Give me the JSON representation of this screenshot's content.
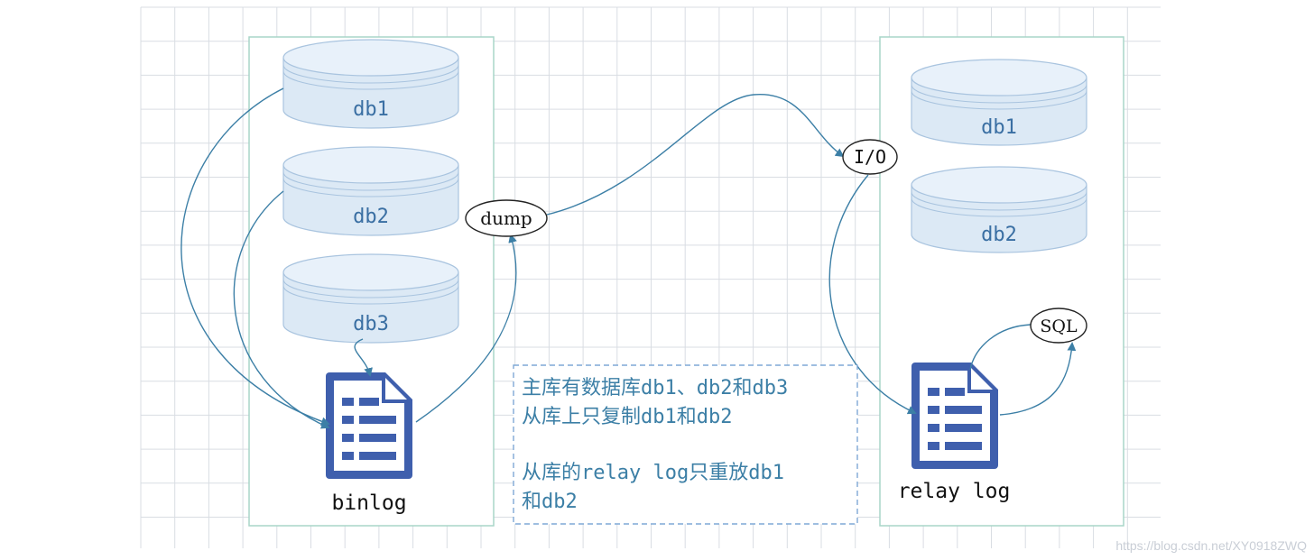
{
  "master": {
    "databases": [
      "db1",
      "db2",
      "db3"
    ],
    "binlog_label": "binlog"
  },
  "slave": {
    "databases": [
      "db1",
      "db2"
    ],
    "relay_label": "relay log"
  },
  "nodes": {
    "dump": "dump",
    "io": "I/O",
    "sql": "SQL"
  },
  "note": {
    "line1": "主库有数据库db1、db2和db3",
    "line2": "从库上只复制db1和db2",
    "line3": "从库的relay log只重放db1",
    "line4": "和db2"
  },
  "watermark": "https://blog.csdn.net/XY0918ZWQ",
  "colors": {
    "grid": "#d9dde3",
    "panel_border": "#a8d5c8",
    "db_fill": "#dce9f5",
    "db_stroke": "#a9c4df",
    "db_text": "#3a6fa3",
    "doc_blue": "#3f5fad",
    "arrow": "#3c7fa6",
    "note_text": "#3c7fa6",
    "note_border": "#7fa9d6"
  }
}
